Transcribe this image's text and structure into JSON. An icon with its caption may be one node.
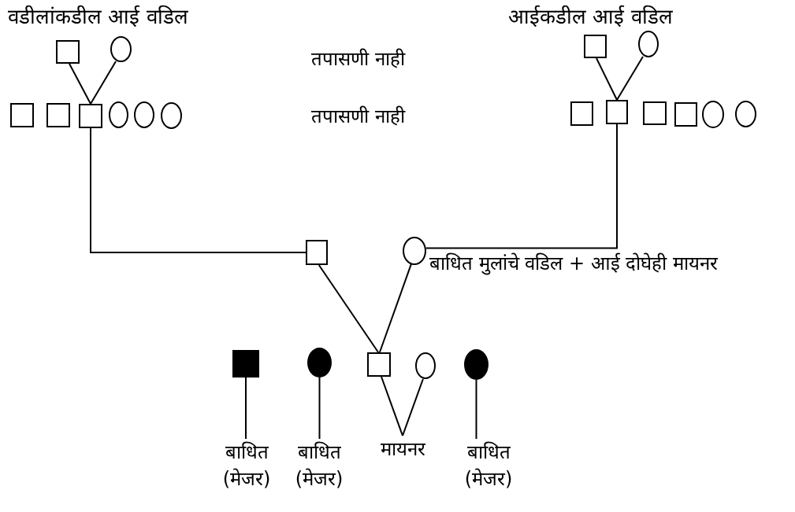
{
  "diagram": {
    "nodes": [
      {
        "text": [],
        "shape": "box"
      },
      {
        "text": [],
        "shape": "circle"
      },
      {
        "text": [],
        "shape": "box"
      },
      {
        "text": [],
        "shape": "box"
      },
      {
        "text": [],
        "shape": "box"
      },
      {
        "text": [],
        "shape": "circle"
      },
      {
        "text": [],
        "shape": "circle"
      },
      {
        "text": [],
        "shape": "circle"
      },
      {
        "text": [],
        "shape": "box"
      },
      {
        "text": [],
        "shape": "circle"
      },
      {
        "text": [],
        "shape": "box"
      },
      {
        "text": [],
        "shape": "box"
      },
      {
        "text": [],
        "shape": "box"
      },
      {
        "text": [],
        "shape": "box"
      },
      {
        "text": [],
        "shape": "circle"
      },
      {
        "text": [],
        "shape": "circle"
      },
      {
        "text": [],
        "shape": "box"
      },
      {
        "text": [],
        "shape": "circle",
        "beside": [
          "बाधित मुलांचे वडिल + आई दोघेही मायनर"
        ]
      },
      {
        "text": [],
        "shape": "box"
      },
      {
        "text": [],
        "shape": "circle"
      },
      {
        "text": [],
        "shape": "box"
      },
      {
        "text": [],
        "shape": "circle"
      },
      {
        "text": [],
        "shape": "circle"
      },
      {
        "text": [
          "बाधित (मेजर)"
        ]
      },
      {
        "text": [
          "बाधित (मेजर)"
        ]
      },
      {
        "text": [
          "मायनर"
        ]
      },
      {
        "text": [
          "बाधित (मेजर)"
        ]
      }
    ],
    "edges": [
      {
        "from": 0,
        "to": 4,
        "arrow": "none"
      },
      {
        "from": 1,
        "to": 4,
        "arrow": "none"
      },
      {
        "from": 4,
        "to": 16,
        "arrow": "none"
      },
      {
        "from": 8,
        "to": 11,
        "arrow": "none"
      },
      {
        "from": 9,
        "to": 11,
        "arrow": "none"
      },
      {
        "from": 11,
        "to": 17,
        "arrow": "none"
      },
      {
        "from": 16,
        "to": 20,
        "arrow": "none"
      },
      {
        "from": 17,
        "to": 20,
        "arrow": "none"
      },
      {
        "from": 18,
        "to": 23,
        "arrow": "none"
      },
      {
        "from": 19,
        "to": 24,
        "arrow": "none"
      },
      {
        "from": 20,
        "to": 25,
        "arrow": "none"
      },
      {
        "from": 21,
        "to": 25,
        "arrow": "none"
      },
      {
        "from": 22,
        "to": 26,
        "arrow": "none"
      }
    ],
    "labels": [
      "वडीलांकडील आई वडिल",
      "आईकडील आई वडिल",
      "तपासणी नाही",
      "तपासणी नाही"
    ]
  }
}
